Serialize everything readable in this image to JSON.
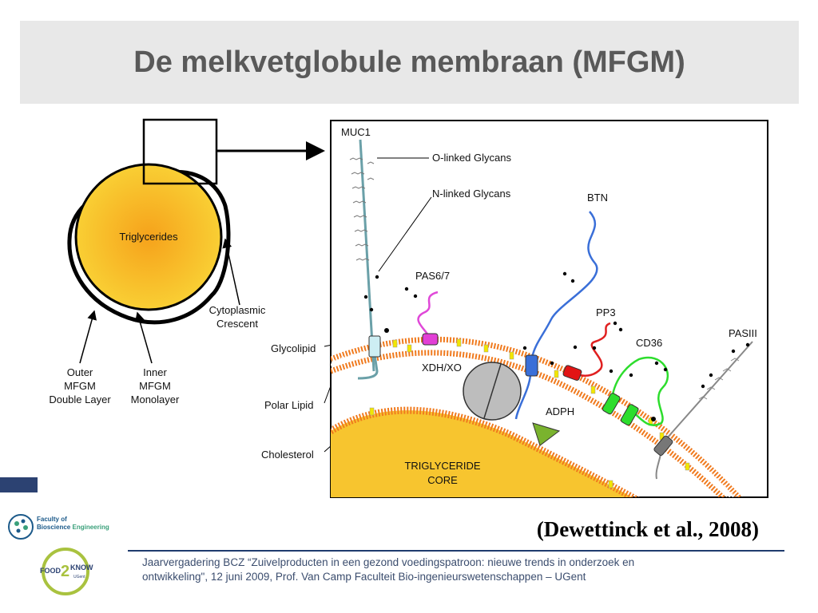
{
  "title": "De melkvetglobule membraan (MFGM)",
  "left_diagram": {
    "core_label": "Triglycerides",
    "cytoplasmic_crescent": [
      "Cytoplasmic",
      "Crescent"
    ],
    "outer_mfgm": [
      "Outer",
      "MFGM",
      "Double Layer"
    ],
    "inner_mfgm": [
      "Inner",
      "MFGM",
      "Monolayer"
    ]
  },
  "side_labels": {
    "glycolipid": "Glycolipid",
    "polar_lipid": "Polar Lipid",
    "cholesterol": "Cholesterol"
  },
  "detail_labels": {
    "muc1": "MUC1",
    "o_linked": "O-linked Glycans",
    "n_linked": "N-linked Glycans",
    "btn": "BTN",
    "pas67": "PAS6/7",
    "pp3": "PP3",
    "cd36": "CD36",
    "pasiii": "PASIII",
    "xdh": "XDH/XO",
    "adph": "ADPH",
    "core": [
      "TRIGLYCERIDE",
      "CORE"
    ]
  },
  "colors": {
    "title_bg": "#e8e8e8",
    "title_text": "#595959",
    "core_fill": "#f7c52f",
    "membrane": "#f07a1e",
    "footer_line": "#1f3b6e"
  },
  "citation": "(Dewettinck et al., 2008)",
  "footer": {
    "line1": "Jaarvergadering BCZ “Zuivelproducten in een gezond voedingspatroon: nieuwe trends in onderzoek en",
    "line2": "ontwikkeling\", 12 juni 2009, Prof. Van Camp  Faculteit Bio-ingenieurswetenschappen – UGent"
  },
  "logos": {
    "faculty_line1": "Faculty of",
    "faculty_line2a": "Bioscience",
    "faculty_line2b": "Engineering",
    "food_left": "FOOD",
    "food_num": "2",
    "food_right": "KNOW",
    "food_sub": "UGent"
  }
}
